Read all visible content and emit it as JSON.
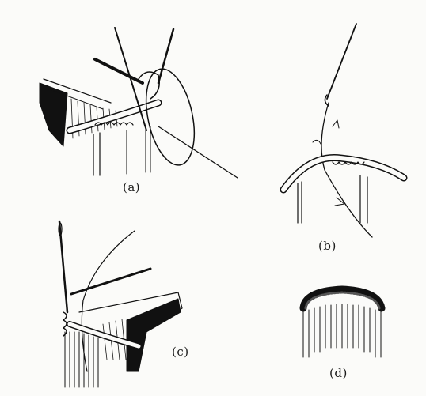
{
  "panels": [
    {
      "id": "a",
      "caption": "(a)"
    },
    {
      "id": "b",
      "caption": "(b)"
    },
    {
      "id": "c",
      "caption": "(c)"
    },
    {
      "id": "d",
      "caption": "(d)"
    }
  ],
  "colors": {
    "ink": "#111111",
    "paper": "#fbfbf9"
  }
}
